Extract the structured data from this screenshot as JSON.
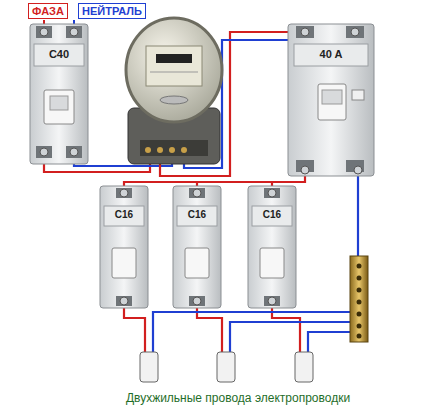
{
  "diagram": {
    "caption": "Двухжильные провода электропроводки",
    "nodes": [
      {
        "text": [
          "ФАЗА"
        ]
      },
      {
        "text": [
          "НЕЙТРАЛЬ"
        ]
      }
    ],
    "labels": [
      "C40",
      "40 A",
      "C16",
      "C16",
      "C16"
    ]
  }
}
